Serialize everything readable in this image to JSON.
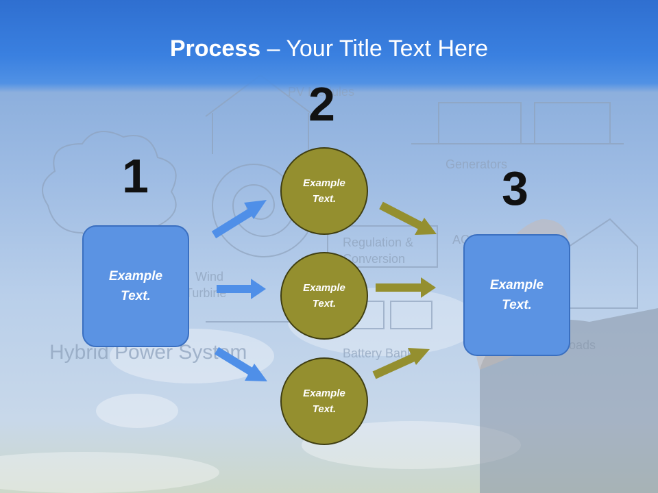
{
  "title": {
    "bold": "Process",
    "rest": " – Your Title Text Here"
  },
  "steps": {
    "numbers": [
      "1",
      "2",
      "3"
    ],
    "left_box": {
      "line1": "Example",
      "line2": "Text."
    },
    "right_box": {
      "line1": "Example",
      "line2": "Text."
    },
    "circles": [
      {
        "line1": "Example",
        "line2": "Text."
      },
      {
        "line1": "Example",
        "line2": "Text."
      },
      {
        "line1": "Example",
        "line2": "Text."
      }
    ]
  },
  "background_sketch_labels": [
    "PV Modules",
    "Generators",
    "Regulation &",
    "Conversion",
    "Wind",
    "Turbine",
    "Hybrid Power System",
    "Battery Bank",
    "AC",
    "Loads"
  ],
  "colors": {
    "title_band": "#2f6fd0",
    "box_fill": "#5b93e3",
    "circle_fill": "#948f2f",
    "arrow_blue": "#4f8fe8",
    "arrow_olive": "#948f2f",
    "number_color": "#111111"
  }
}
